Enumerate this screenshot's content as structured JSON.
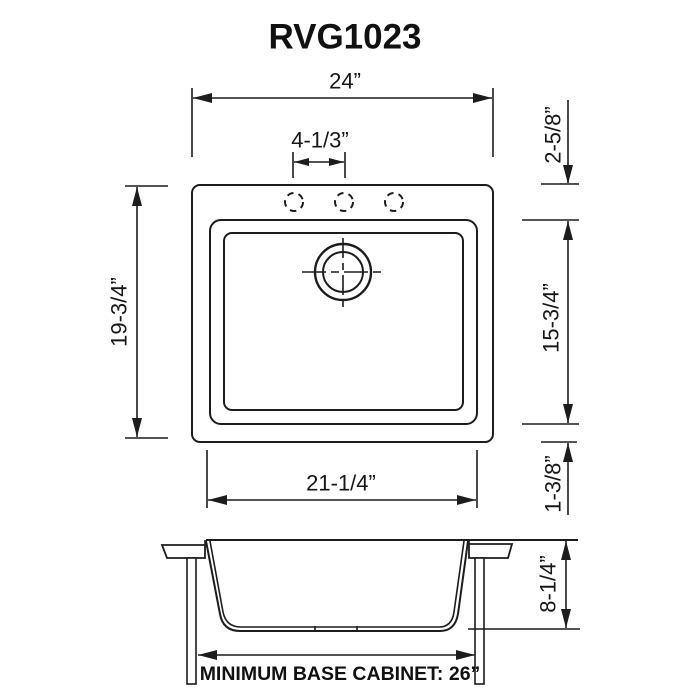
{
  "title": "RVG1023",
  "colors": {
    "ink": "#1c1c1c",
    "paper": "#ffffff"
  },
  "top_view": {
    "overall_width": "24”",
    "faucet_hole_spacing": "4-1/3”",
    "overall_front_to_back": "19-3/4”",
    "rim_offset_top": "2-5/8”",
    "bowl_front_to_back": "15-3/4”",
    "rim_offset_bottom": "1-3/8”",
    "bowl_width": "21-1/4”",
    "faucet_hole_count": 3
  },
  "side_view": {
    "bowl_depth": "8-1/4”",
    "base_cabinet_note": "MINIMUM BASE CABINET: 26”"
  }
}
